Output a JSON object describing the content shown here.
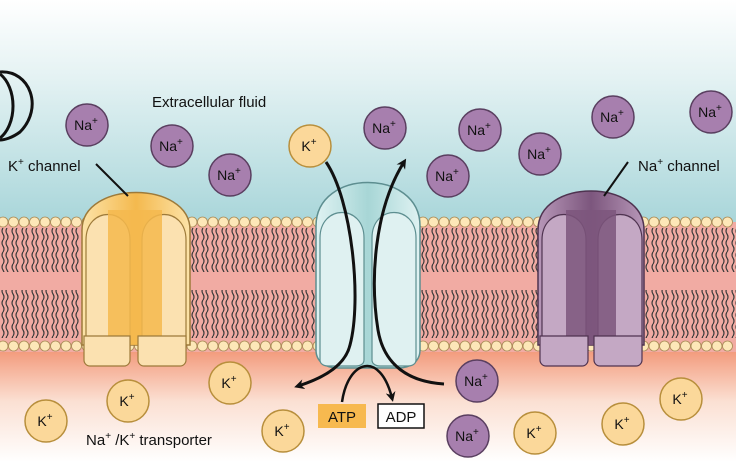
{
  "labels": {
    "extracellular": "Extracellular fluid",
    "k_channel": "K",
    "k_channel_sup": "+",
    "k_channel_rest": " channel",
    "na_channel": "Na",
    "na_channel_sup": "+",
    "na_channel_rest": " channel",
    "transporter_na": "Na",
    "transporter_sup1": "+",
    "transporter_mid": " /K",
    "transporter_sup2": "+",
    "transporter_rest": " transporter",
    "atp": "ATP",
    "adp": "ADP"
  },
  "ions": {
    "na": {
      "symbol": "Na",
      "charge": "+",
      "color": "#a77fae",
      "stroke": "#5a3f60"
    },
    "k": {
      "symbol": "K",
      "charge": "+",
      "color": "#fbd89a",
      "stroke": "#b88f3c"
    }
  },
  "colors": {
    "extracellular_top": "#ffffff",
    "extracellular_bottom": "#b7dde0",
    "intracellular_top": "#f6a98a",
    "intracellular_bottom": "#ffffff",
    "membrane_core": "#f2a9a0",
    "phospholipid_head": "#fde7b8",
    "k_channel": "#f6c56b",
    "na_channel": "#8e6a8e",
    "transporter": "#bfe3e3",
    "atp_box": "#f7b94f"
  }
}
